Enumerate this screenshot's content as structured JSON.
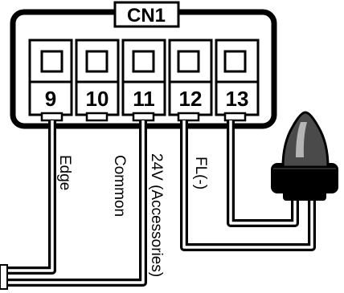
{
  "connector": {
    "title": "CN1",
    "terminals": [
      {
        "number": "9"
      },
      {
        "number": "10"
      },
      {
        "number": "11"
      },
      {
        "number": "12"
      },
      {
        "number": "13"
      }
    ]
  },
  "wires": {
    "edge": "Edge",
    "common": "Common",
    "accessories": "24V (Accessories)",
    "flashing_light": "FL(-)"
  },
  "colors": {
    "stroke": "#000000",
    "background": "#ffffff",
    "lamp_dome": "#4a4a4a",
    "lamp_highlight": "#b5b5b5"
  }
}
